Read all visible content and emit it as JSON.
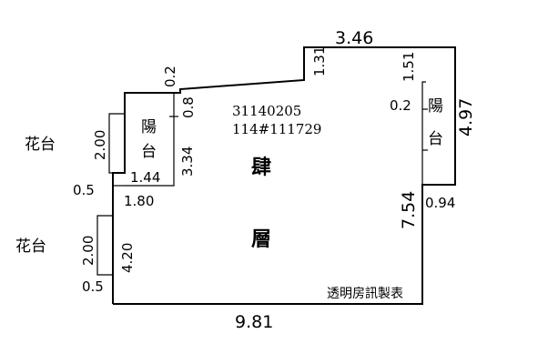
{
  "header": {
    "code_line1": "31140205",
    "code_line2": "114#111729"
  },
  "rooms": {
    "floor_char1": "肆",
    "floor_char2": "層",
    "balcony_left": [
      "陽",
      "台"
    ],
    "balcony_right": [
      "陽",
      "台"
    ],
    "flower_top": "花台",
    "flower_bottom": "花台"
  },
  "dimensions": {
    "top_width": "3.46",
    "bottom_width": "9.81",
    "right_upper": "4.97",
    "right_lower_offset": "0.94",
    "right_lower_height": "7.54",
    "step_vertical": "1.31",
    "right_balcony_top": "1.51",
    "right_balcony_small": "0.2",
    "left_top_small": "0.2",
    "left_balcony_height": "3.34",
    "left_balcony_small": "0.8",
    "left_balcony_width": "1.44",
    "left_step_width": "1.80",
    "flower_top_height": "2.00",
    "flower_top_depth": "0.5",
    "flower_bottom_height": "2.00",
    "flower_bottom_depth": "0.5",
    "left_lower_height": "4.20"
  },
  "footer": {
    "maker": "透明房訊製表"
  }
}
